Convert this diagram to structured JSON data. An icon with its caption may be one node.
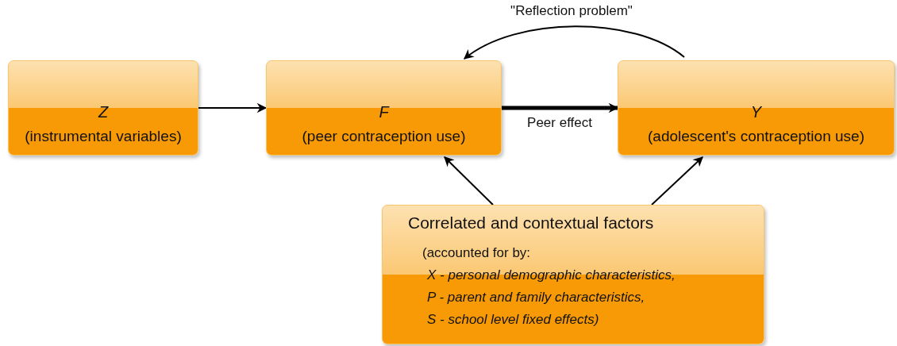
{
  "diagram": {
    "nodes": [
      {
        "text": [
          "Z",
          "(instrumental variables)"
        ]
      },
      {
        "text": [
          "F",
          "(peer contraception use)"
        ]
      },
      {
        "text": [
          "Y",
          "(adolescent's contraception use)"
        ]
      },
      {
        "text": [
          "Correlated and contextual factors",
          "(accounted for by:",
          "X - personal demographic characteristics,",
          "P - parent and family characteristics,",
          "S - school level fixed effects)"
        ]
      }
    ],
    "edges": [
      {
        "from": 0,
        "to": 1,
        "arrow": "to"
      },
      {
        "from": 1,
        "to": 2,
        "arrow": "to",
        "label": "Peer effect",
        "style": "thick"
      },
      {
        "from": 2,
        "to": 1,
        "arrow": "to",
        "label": "\"Reflection problem\""
      },
      {
        "from": 3,
        "to": 1,
        "arrow": "to"
      },
      {
        "from": 3,
        "to": 2,
        "arrow": "to"
      }
    ]
  }
}
